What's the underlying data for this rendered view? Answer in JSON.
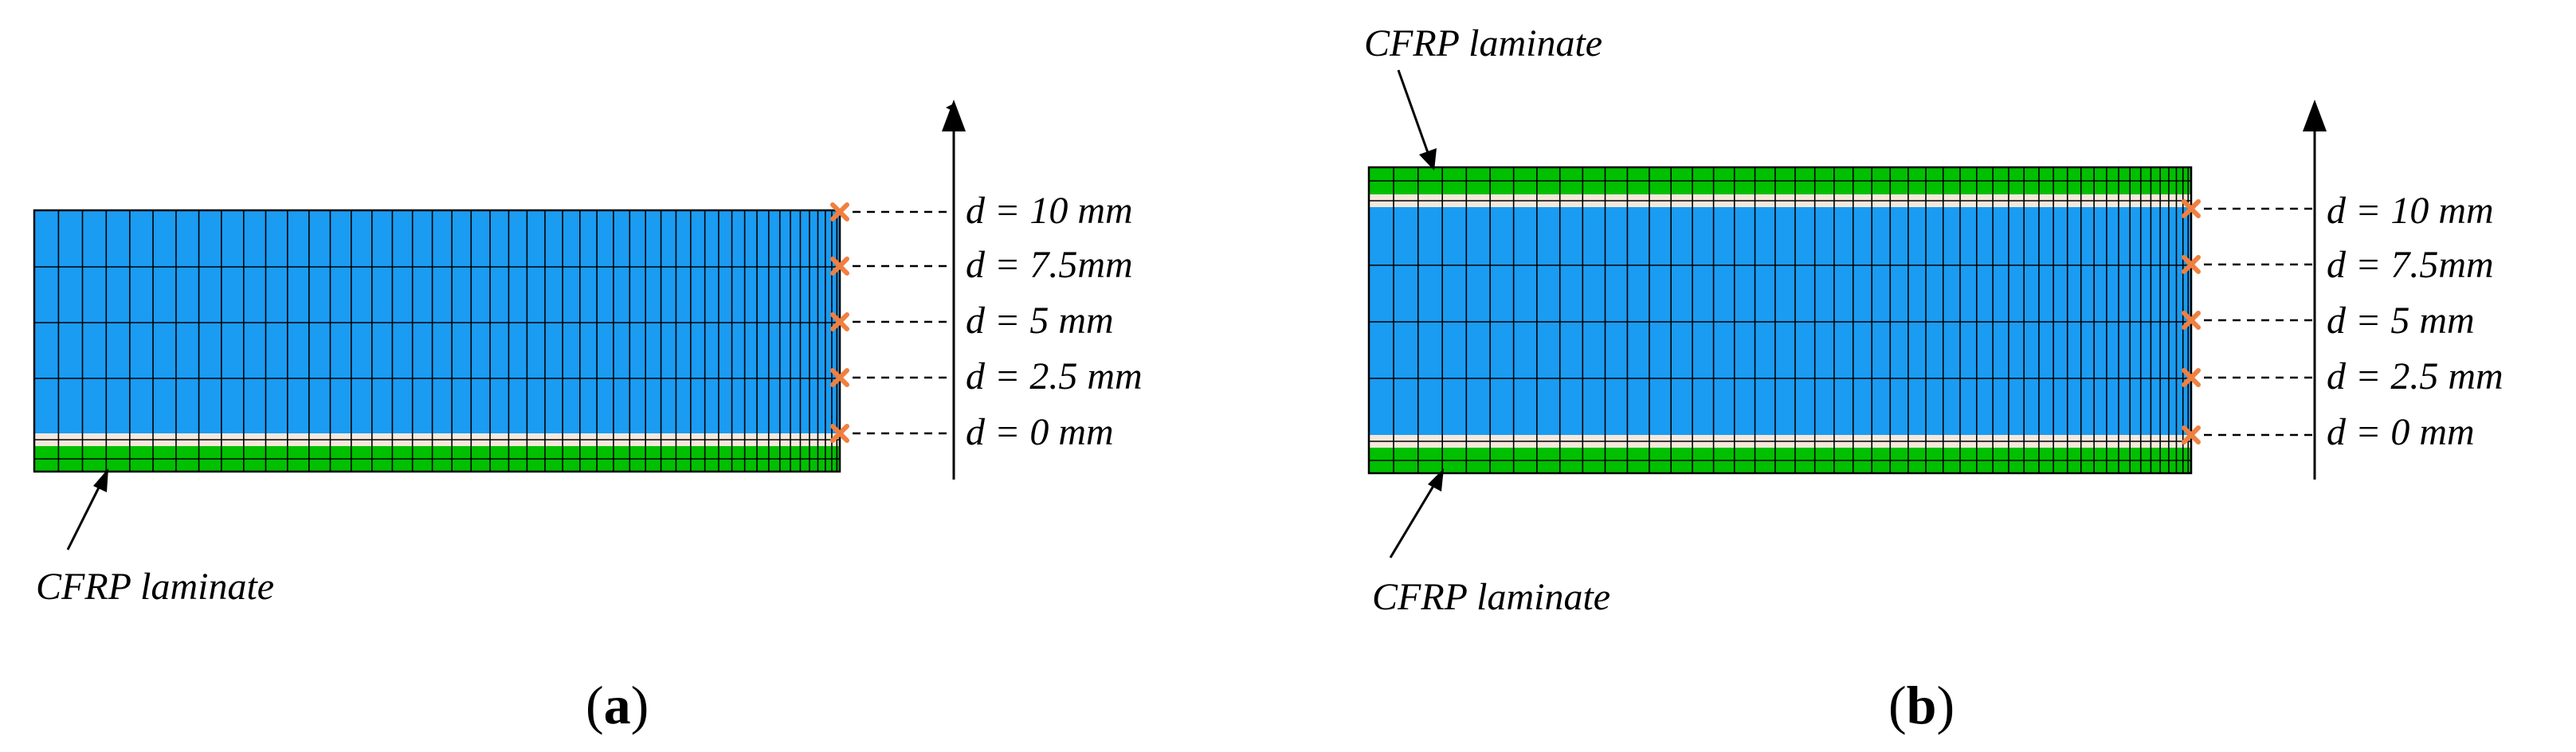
{
  "colors": {
    "concrete": "#1a9cf2",
    "adhesive": "#f5e8dc",
    "cfrp": "#00c000",
    "mesh_line": "#000000",
    "marker": "#f08040",
    "background": "#ffffff"
  },
  "panels": [
    {
      "id": "a",
      "label_open": "(",
      "label_letter": "a",
      "label_close": ")",
      "cfrp_label": "CFRP laminate",
      "cfrp_top": false,
      "cfrp_bottom": true,
      "depth_labels": [
        "d = 10 mm",
        "d = 7.5mm",
        "d = 5 mm",
        "d = 2.5 mm",
        "d = 0 mm"
      ]
    },
    {
      "id": "b",
      "label_open": "(",
      "label_letter": "b",
      "label_close": ")",
      "cfrp_label_top": "CFRP laminate",
      "cfrp_label_bottom": "CFRP laminate",
      "cfrp_top": true,
      "cfrp_bottom": true,
      "depth_labels": [
        "d = 10 mm",
        "d = 7.5mm",
        "d = 5 mm",
        "d = 2.5 mm",
        "d = 0 mm"
      ]
    }
  ],
  "icons": {
    "marker": "x-marker-icon",
    "arrow": "up-arrow-icon"
  }
}
